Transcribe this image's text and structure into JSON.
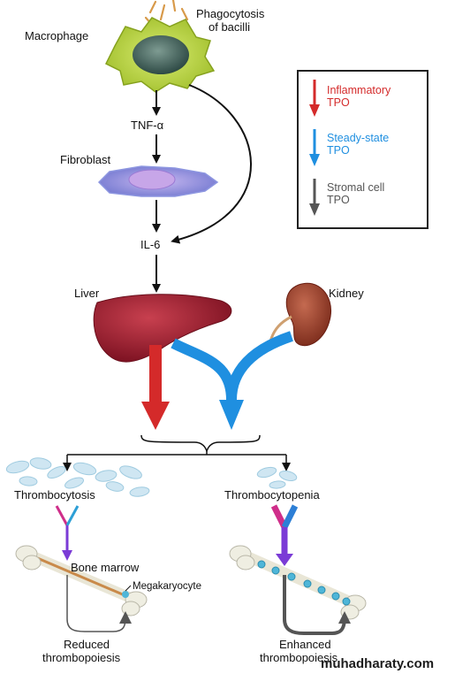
{
  "labels": {
    "phagocytosis_1": "Phagocytosis",
    "phagocytosis_2": "of bacilli",
    "macrophage": "Macrophage",
    "tnf": "TNF-α",
    "fibroblast": "Fibroblast",
    "il6": "IL-6",
    "liver": "Liver",
    "kidney": "Kidney",
    "thrombocytosis": "Thrombocytosis",
    "thrombocytopenia": "Thrombocytopenia",
    "bone_marrow": "Bone marrow",
    "megakaryocyte": "Megakaryocyte",
    "reduced_1": "Reduced",
    "reduced_2": "thrombopoiesis",
    "enhanced_1": "Enhanced",
    "enhanced_2": "thrombopoiesis"
  },
  "legend": {
    "items": [
      {
        "line1": "Inflammatory",
        "line2": "TPO",
        "color": "#d42a2a"
      },
      {
        "line1": "Steady-state",
        "line2": "TPO",
        "color": "#1f8fe0"
      },
      {
        "line1": "Stromal cell",
        "line2": "TPO",
        "color": "#555555"
      }
    ]
  },
  "watermark": "muhadharaty.com"
}
